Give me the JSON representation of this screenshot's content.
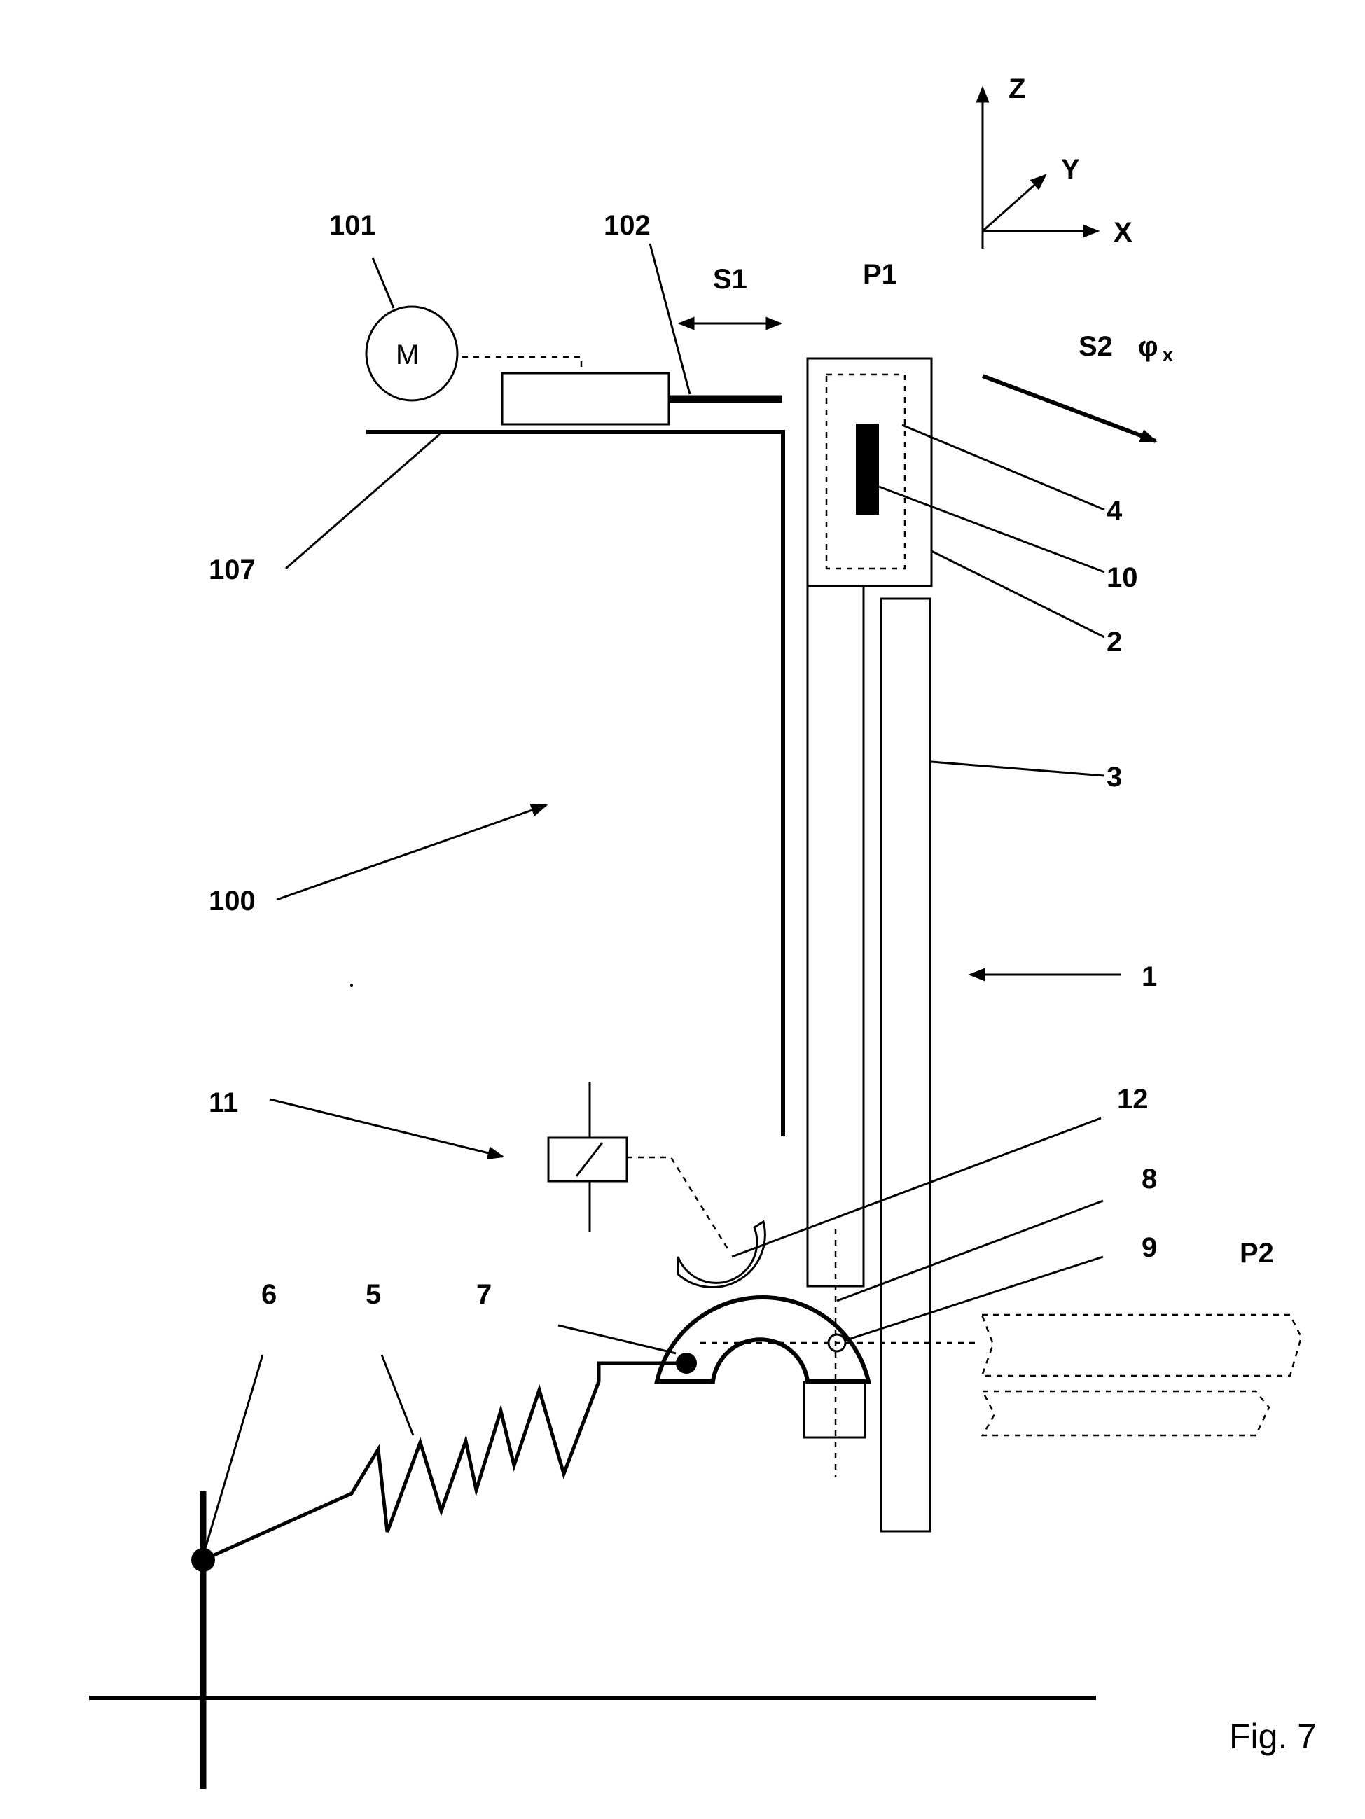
{
  "labels": {
    "axis_z": "Z",
    "axis_y": "Y",
    "axis_x": "X",
    "motor_symbol": "M",
    "ref_101": "101",
    "ref_102": "102",
    "ref_107": "107",
    "ref_100": "100",
    "ref_11": "11",
    "ref_6": "6",
    "ref_5": "5",
    "ref_7": "7",
    "ref_12": "12",
    "ref_8": "8",
    "ref_9": "9",
    "ref_4": "4",
    "ref_10": "10",
    "ref_2": "2",
    "ref_3": "3",
    "ref_1": "1",
    "s1": "S1",
    "p1": "P1",
    "s2": "S2",
    "phi": "φ",
    "phi_sub": "x",
    "p2": "P2",
    "figure": "Fig. 7"
  }
}
